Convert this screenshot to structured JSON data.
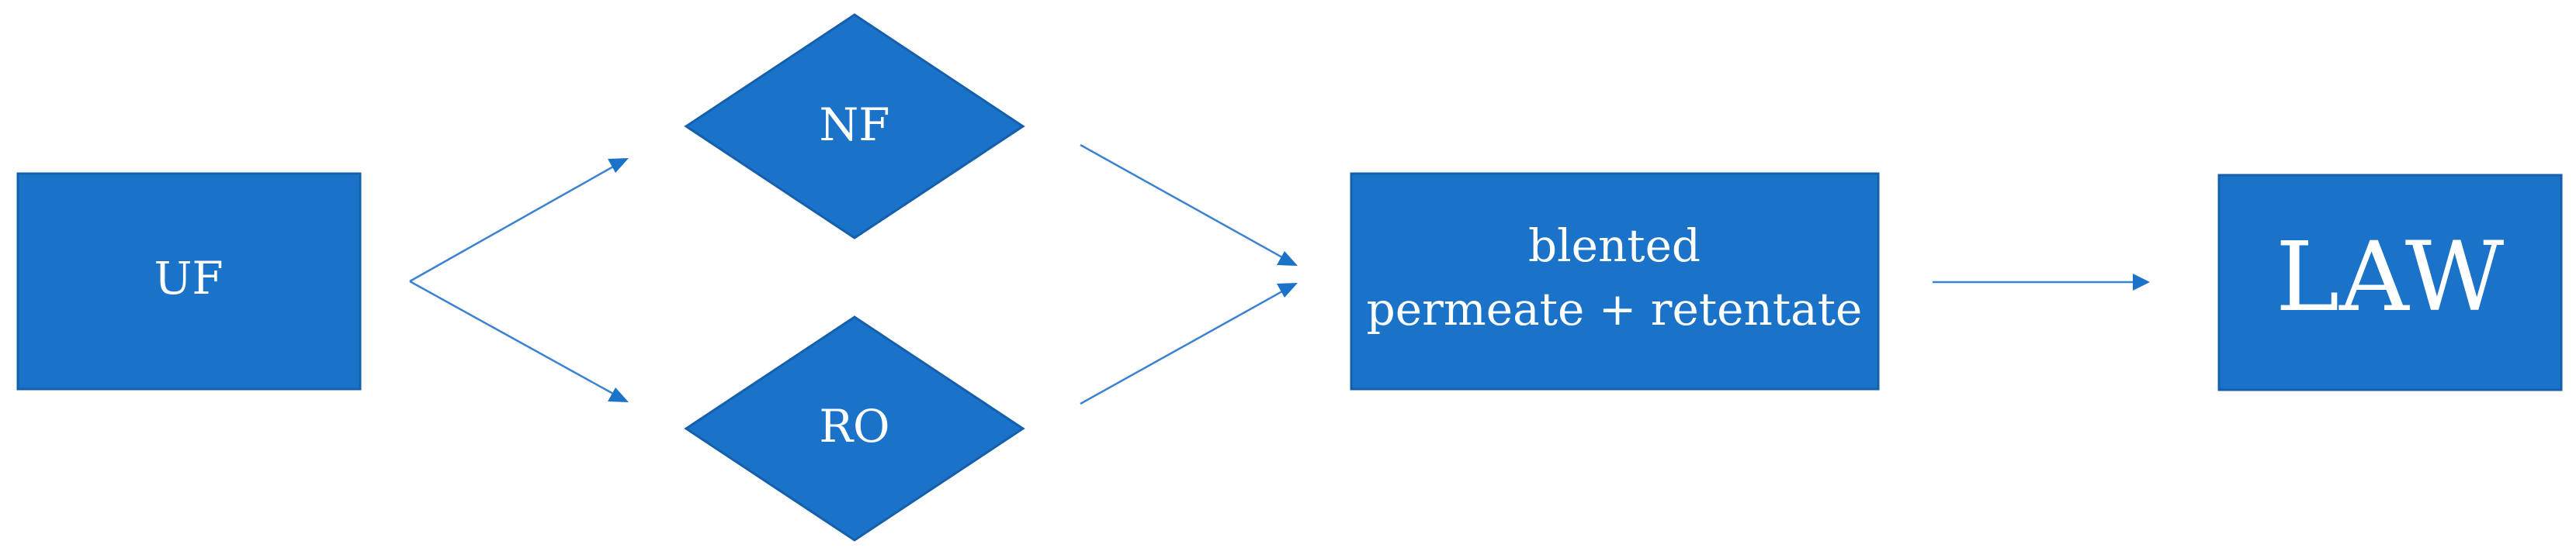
{
  "diagram": {
    "nodes": {
      "uf": {
        "label": "UF",
        "shape": "rectangle"
      },
      "nf": {
        "label": "NF",
        "shape": "diamond"
      },
      "ro": {
        "label": "RO",
        "shape": "diamond"
      },
      "blend": {
        "label_line1": "blented",
        "label_line2": "permeate + retentate",
        "shape": "rectangle"
      },
      "law": {
        "label": "LAW",
        "shape": "rectangle"
      }
    },
    "edges": [
      {
        "from": "UF",
        "to": "NF"
      },
      {
        "from": "UF",
        "to": "RO"
      },
      {
        "from": "NF",
        "to": "blented permeate + retentate"
      },
      {
        "from": "RO",
        "to": "blented permeate + retentate"
      },
      {
        "from": "blented permeate + retentate",
        "to": "LAW"
      }
    ],
    "colors": {
      "node_fill": "#1a73c9",
      "node_text": "#ffffff",
      "edge": "#3b82d1"
    }
  }
}
